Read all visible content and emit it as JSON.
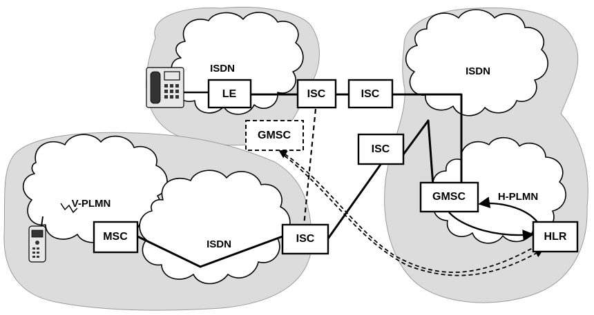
{
  "networks": {
    "isdn_top": "ISDN",
    "isdn_right": "ISDN",
    "isdn_bottom": "ISDN",
    "v_plmn": "V-PLMN",
    "h_plmn": "H-PLMN"
  },
  "nodes": {
    "le": "LE",
    "isc_1": "ISC",
    "isc_2": "ISC",
    "isc_3": "ISC",
    "isc_4": "ISC",
    "gmsc_visited": "GMSC",
    "gmsc_home": "GMSC",
    "msc": "MSC",
    "hlr": "HLR"
  },
  "icons": {
    "fixed_terminal": "telephone-icon",
    "mobile_terminal": "mobile-phone-icon"
  },
  "colors": {
    "region_fill": "#dcdcdc",
    "line": "#000000",
    "box_fill": "#ffffff"
  }
}
